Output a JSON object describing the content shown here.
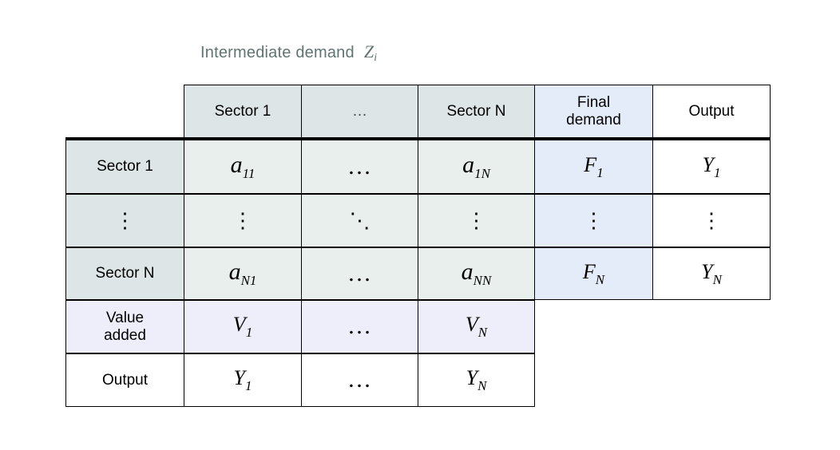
{
  "title": {
    "text": "Intermediate demand",
    "symbol": "Z",
    "symbol_sub": "i",
    "color": "#5f7571"
  },
  "colors": {
    "header_bg": "#dde5e6",
    "row_header_bg": "#dde5e6",
    "matrix_bg": "#e9efed",
    "final_demand_bg": "#e3ecf8",
    "output_bg": "#ffffff",
    "value_added_bg": "#eeeefb",
    "border": "#000000",
    "page_bg": "#ffffff"
  },
  "table": {
    "column_headers": [
      {
        "label": "Sector 1",
        "kind": "sector"
      },
      {
        "label": "…",
        "kind": "ellipsis"
      },
      {
        "label": "Sector N",
        "kind": "sector"
      },
      {
        "label": "Final\ndemand",
        "line1": "Final",
        "line2": "demand",
        "kind": "final-demand"
      },
      {
        "label": "Output",
        "kind": "output"
      }
    ],
    "rows": [
      {
        "header": "Sector 1",
        "cells": [
          {
            "sym": "a",
            "sub": "11",
            "kind": "matrix"
          },
          {
            "sym": "…",
            "sub": "",
            "kind": "ellipsis"
          },
          {
            "sym": "a",
            "sub": "1N",
            "kind": "matrix"
          },
          {
            "sym": "F",
            "sub": "1",
            "kind": "final-demand"
          },
          {
            "sym": "Y",
            "sub": "1",
            "kind": "output"
          }
        ]
      },
      {
        "header": "⋮",
        "header_kind": "vdots",
        "cells": [
          {
            "sym": "⋮",
            "sub": "",
            "kind": "vdots"
          },
          {
            "sym": "⋱",
            "sub": "",
            "kind": "ddots"
          },
          {
            "sym": "⋮",
            "sub": "",
            "kind": "vdots"
          },
          {
            "sym": "⋮",
            "sub": "",
            "kind": "vdots-final"
          },
          {
            "sym": "⋮",
            "sub": "",
            "kind": "vdots-output"
          }
        ]
      },
      {
        "header": "Sector N",
        "cells": [
          {
            "sym": "a",
            "sub": "N1",
            "kind": "matrix"
          },
          {
            "sym": "…",
            "sub": "",
            "kind": "ellipsis"
          },
          {
            "sym": "a",
            "sub": "NN",
            "kind": "matrix"
          },
          {
            "sym": "F",
            "sub": "N",
            "kind": "final-demand"
          },
          {
            "sym": "Y",
            "sub": "N",
            "kind": "output"
          }
        ]
      },
      {
        "header": "Value\nadded",
        "header_line1": "Value",
        "header_line2": "added",
        "header_kind": "value-added",
        "cells": [
          {
            "sym": "V",
            "sub": "1",
            "kind": "value-added"
          },
          {
            "sym": "…",
            "sub": "",
            "kind": "ellipsis-value-added"
          },
          {
            "sym": "V",
            "sub": "N",
            "kind": "value-added"
          }
        ]
      },
      {
        "header": "Output",
        "header_kind": "output",
        "cells": [
          {
            "sym": "Y",
            "sub": "1",
            "kind": "output"
          },
          {
            "sym": "…",
            "sub": "",
            "kind": "ellipsis-output"
          },
          {
            "sym": "Y",
            "sub": "N",
            "kind": "output"
          }
        ]
      }
    ]
  }
}
